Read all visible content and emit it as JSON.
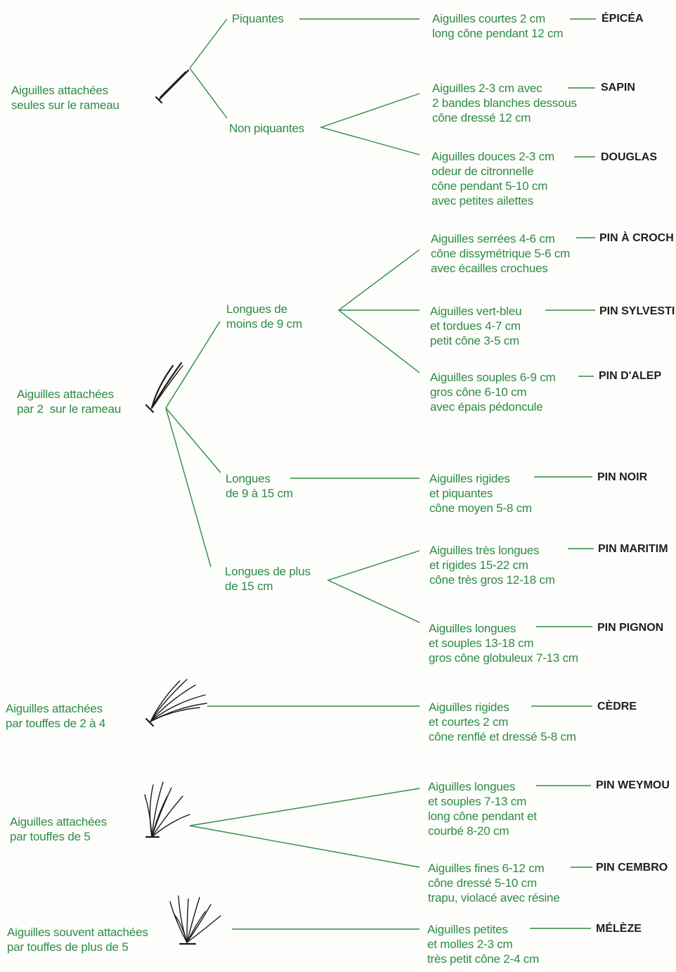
{
  "groups": [
    {
      "label": "Aiguilles attachées\nseules sur le rameau",
      "icon": "single-needle-icon"
    },
    {
      "label": "Aiguilles attachées\npar 2  sur le rameau",
      "icon": "two-needles-icon"
    },
    {
      "label": "Aiguilles attachées\npar touffes de 2 à 4",
      "icon": "tuft-2-4-needles-icon"
    },
    {
      "label": "Aiguilles attachées\npar touffes de 5",
      "icon": "tuft-5-needles-icon"
    },
    {
      "label": "Aiguilles souvent attachées\npar touffes de plus de 5",
      "icon": "tuft-many-needles-icon"
    }
  ],
  "branches": [
    "Piquantes",
    "Non piquantes",
    "Longues de\nmoins de 9 cm",
    "Longues\nde 9 à 15 cm",
    "Longues de plus\nde 15 cm"
  ],
  "species": [
    {
      "description": "Aiguilles courtes 2 cm\nlong cône pendant 12 cm",
      "name": "ÉPICÉA"
    },
    {
      "description": "Aiguilles 2-3 cm avec\n2 bandes blanches dessous\ncône dressé 12 cm",
      "name": "SAPIN"
    },
    {
      "description": "Aiguilles douces 2-3 cm\nodeur de citronnelle\ncône pendant 5-10 cm\navec petites ailettes",
      "name": "DOUGLAS"
    },
    {
      "description": "Aiguilles serrées 4-6 cm\ncône dissymétrique 5-6 cm\navec écailles crochues",
      "name": "PIN À CROCH"
    },
    {
      "description": "Aiguilles vert-bleu\net tordues 4-7 cm\npetit cône 3-5 cm",
      "name": "PIN SYLVESTI"
    },
    {
      "description": "Aiguilles souples 6-9 cm\ngros cône 6-10 cm\navec épais pédoncule",
      "name": "PIN D'ALEP"
    },
    {
      "description": "Aiguilles rigides\net piquantes\ncône moyen 5-8 cm",
      "name": "PIN NOIR"
    },
    {
      "description": "Aiguilles très longues\net rigides 15-22 cm\ncône très gros 12-18 cm",
      "name": "PIN MARITIM"
    },
    {
      "description": "Aiguilles longues\net souples 13-18 cm\ngros cône globuleux 7-13 cm",
      "name": "PIN PIGNON"
    },
    {
      "description": "Aiguilles rigides\net courtes 2 cm\ncône renflé et dressé 5-8 cm",
      "name": "CÈDRE"
    },
    {
      "description": "Aiguilles longues\net souples 7-13 cm\nlong cône pendant et\ncourbé 8-20 cm",
      "name": "PIN WEYMOU"
    },
    {
      "description": "Aiguilles fines 6-12 cm\ncône dressé 5-10 cm\ntrapu, violacé avec résine",
      "name": "PIN CEMBRO"
    },
    {
      "description": "Aiguilles petites\net molles 2-3 cm\ntrès petit cône 2-4 cm",
      "name": "MÉLÈZE"
    }
  ],
  "colors": {
    "line": "#2e8b45",
    "text": "#2e8b45",
    "species": "#1e1e1e"
  }
}
